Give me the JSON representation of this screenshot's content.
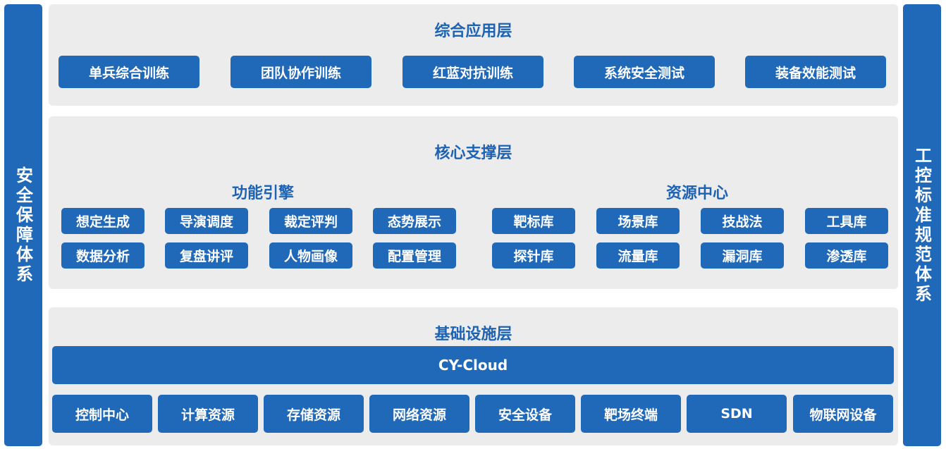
{
  "left_bar": {
    "label": "安全保障体系"
  },
  "right_bar": {
    "label": "工控标准规范体系"
  },
  "application_layer": {
    "title": "综合应用层",
    "items": [
      "单兵综合训练",
      "团队协作训练",
      "红蓝对抗训练",
      "系统安全测试",
      "装备效能测试"
    ]
  },
  "core_layer": {
    "title": "核心支撑层",
    "function_engine": {
      "title": "功能引擎",
      "items": [
        "想定生成",
        "导演调度",
        "裁定评判",
        "态势展示",
        "数据分析",
        "复盘讲评",
        "人物画像",
        "配置管理"
      ]
    },
    "resource_center": {
      "title": "资源中心",
      "items": [
        "靶标库",
        "场景库",
        "技战法",
        "工具库",
        "探针库",
        "流量库",
        "漏洞库",
        "渗透库"
      ]
    }
  },
  "infrastructure_layer": {
    "title": "基础设施层",
    "cloud": "CY-Cloud",
    "items": [
      "控制中心",
      "计算资源",
      "存储资源",
      "网络资源",
      "安全设备",
      "靶场终端",
      "SDN",
      "物联网设备"
    ]
  },
  "colors": {
    "primary": "#2068b8",
    "panel_bg": "#ececec",
    "title": "#1e63b3"
  }
}
